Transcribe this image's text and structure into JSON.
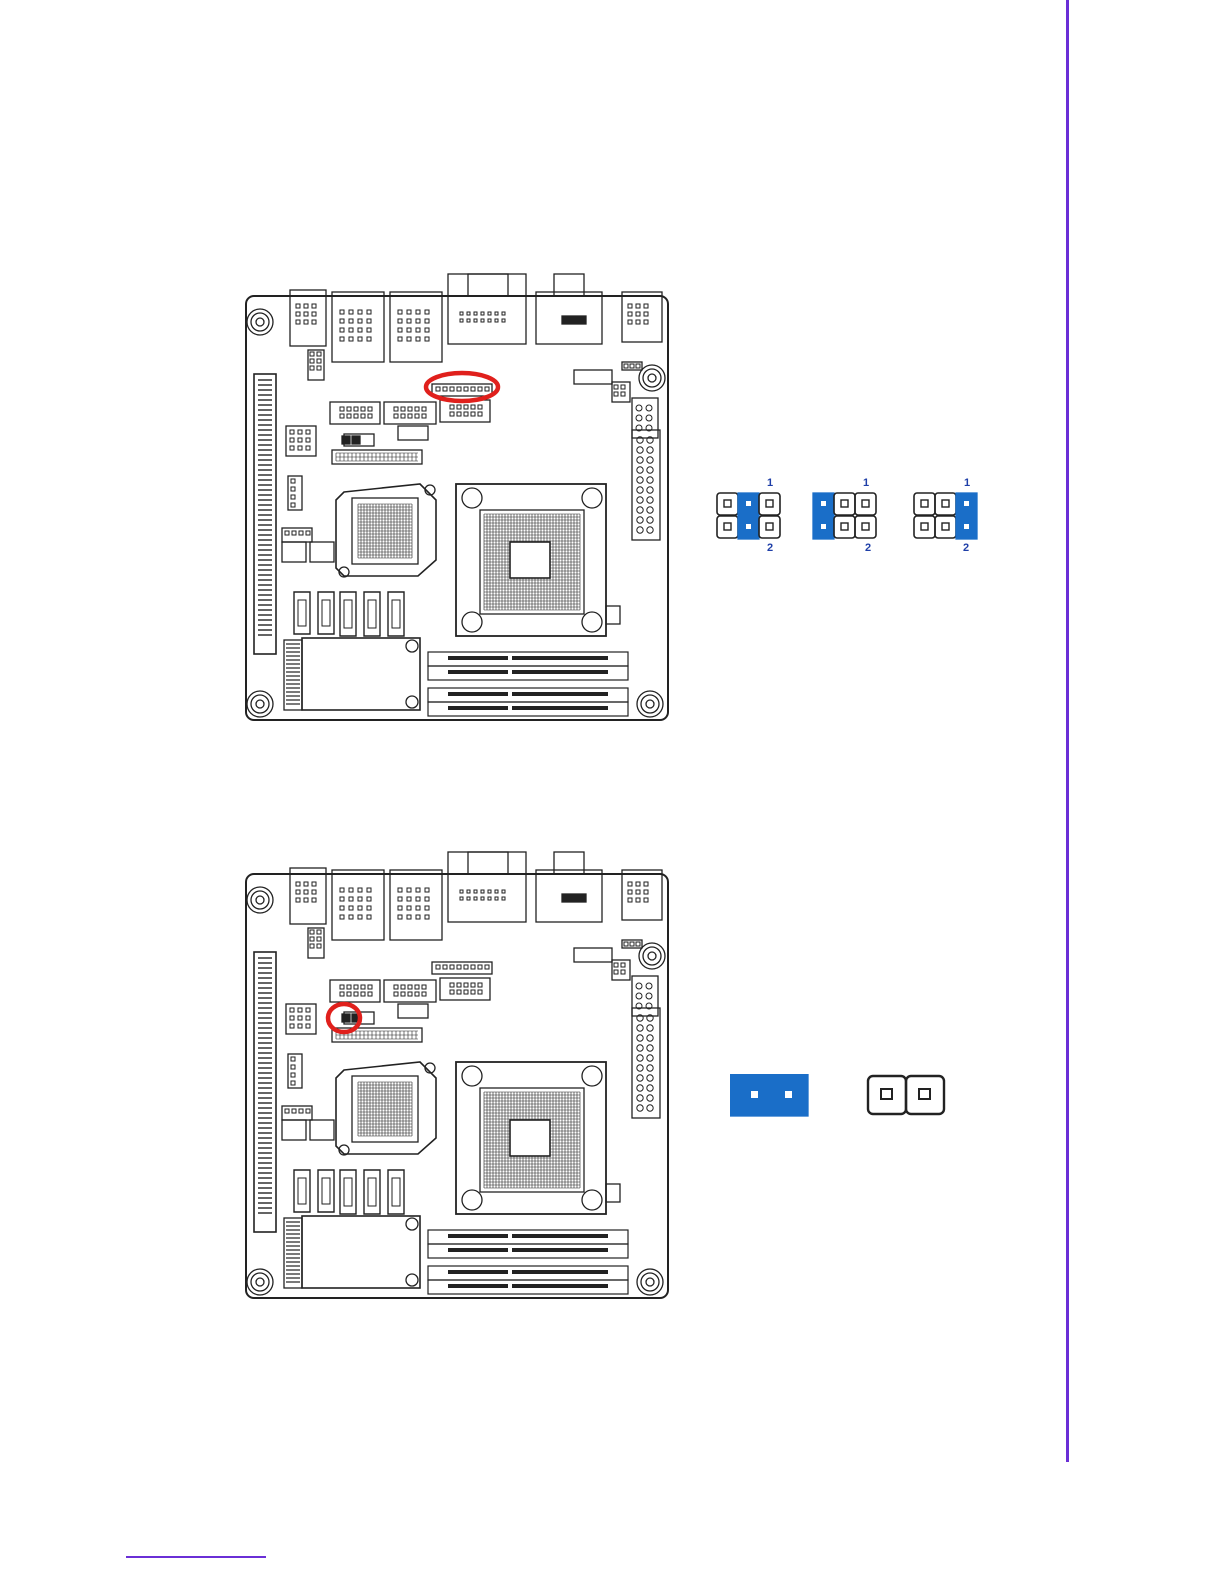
{
  "colors": {
    "accent": "#6a2fd6",
    "highlight": "#e0201c",
    "jumper_blue": "#1a6ec8",
    "label_blue": "#1f3fa8",
    "line": "#222222"
  },
  "figure1": {
    "highlight_target": "ellipse-header",
    "options": [
      {
        "id": "option-a",
        "closed_column": 2,
        "pin_top": "1",
        "pin_bottom": "2"
      },
      {
        "id": "option-b",
        "closed_column": 1,
        "pin_top": "1",
        "pin_bottom": "2"
      },
      {
        "id": "option-c",
        "closed_column": 3,
        "pin_top": "1",
        "pin_bottom": "2"
      }
    ]
  },
  "figure2": {
    "highlight_target": "circle-jumper",
    "options": [
      {
        "id": "closed",
        "state": "closed"
      },
      {
        "id": "open",
        "state": "open"
      }
    ]
  }
}
